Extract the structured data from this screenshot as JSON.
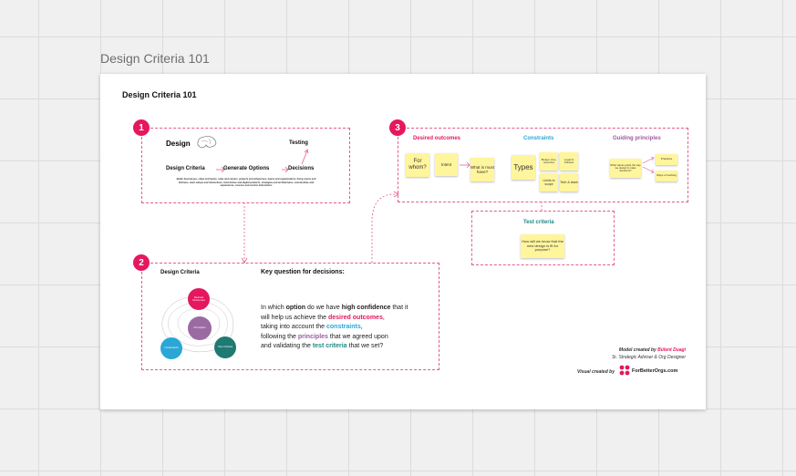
{
  "frame": {
    "title": "Design Criteria 101"
  },
  "board": {
    "title": "Design Criteria 101"
  },
  "section1": {
    "number": "1",
    "design": "Design",
    "testing": "Testing",
    "flow": [
      "Design Criteria",
      "Generate Options",
      "Decisions"
    ],
    "description": "Better businesses, ships and teams, roles and careers, projects and enterprises, teams and organizations; living rooms and kitchens, work setups and interactions, food dishes and digital products, strategies and architectures, communities and experiences, courses and service interactions"
  },
  "section2": {
    "number": "2",
    "label": "Design Criteria",
    "key_question": "Key question for decisions:",
    "circles": {
      "top": "Desired Outcomes",
      "middle": "Principles",
      "left": "Constraints",
      "right": "Test Criteria"
    },
    "text": {
      "l1a": "In which ",
      "l1b": "option",
      "l1c": " do we have ",
      "l1d": "high confidence",
      "l1e": " that it",
      "l2a": "will help us achieve the ",
      "l2b": "desired outcomes",
      "l2c": ",",
      "l3a": "taking into account the ",
      "l3b": "constraints",
      "l3c": ",",
      "l4a": "following the ",
      "l4b": "principles",
      "l4c": " that we agreed upon",
      "l5a": "and validating the ",
      "l5b": "test criteria",
      "l5c": " that we set?"
    }
  },
  "section3": {
    "number": "3",
    "desired_outcomes": "Desired outcomes",
    "constraints": "Constraints",
    "guiding_principles": "Guiding principles",
    "test_criteria": "Test criteria",
    "stickies": {
      "for_whom": "For whom?",
      "intent": "Intent",
      "what_is_must": "What is must have?",
      "types": "Types",
      "c1": "Budget, time, resources",
      "c2": "Legal & Policies",
      "c3": "Limits to scope",
      "c4": "Tech & stack",
      "p1": "What values guide the way we design & make decisions?",
      "p2": "Practices",
      "p3": "Ways of working",
      "test": "How will we know that the new design is fit for purpose?"
    }
  },
  "credits": {
    "model_prefix": "Model created by ",
    "model_author": "Bülent Duagi",
    "role": "Sr. Strategic Adviser & Org Designer",
    "visual": "Visual created by",
    "brand": "ForBetterOrgs.com"
  },
  "colors": {
    "accent_pink": "#e5175f",
    "constraints_blue": "#2aa7d6",
    "principles_purple": "#9c5aa3",
    "test_teal": "#1e8a86",
    "sticky_yellow": "#fff59d"
  }
}
